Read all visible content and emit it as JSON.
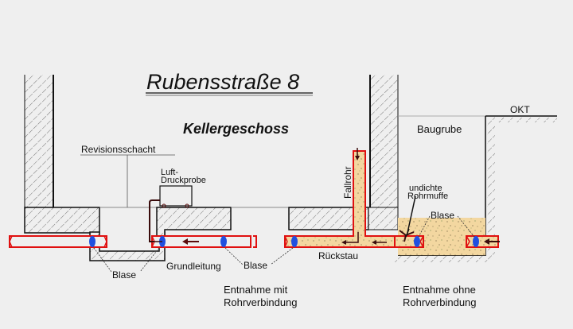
{
  "title": "Rubensstraße 8",
  "subtitle": "Kellergeschoss",
  "labels": {
    "revisionsschacht": "Revisionsschacht",
    "luft_line1": "Luft-",
    "luft_line2": "Druckprobe",
    "fallrohr": "Fallrohr",
    "undichte_line1": "undichte",
    "undichte_line2": "Rohrmuffe",
    "baugrube": "Baugrube",
    "okt": "OKT",
    "blase_left": "Blase",
    "blase_mid": "Blase",
    "blase_right": "Blase",
    "grundleitung": "Grundleitung",
    "rueckstau": "Rückstau",
    "entnahme_mit_line1": "Entnahme mit",
    "entnahme_mit_line2": "Rohrverbindung",
    "entnahme_ohne_line1": "Entnahme ohne",
    "entnahme_ohne_line2": "Rohrverbindung"
  },
  "colors": {
    "background": "#efefef",
    "pipe": "#e01010",
    "bubble": "#1f4fe0",
    "sand": "#f3d7a0",
    "wall": "#111111",
    "hatch": "#555555",
    "arrow": "#5a0c0c"
  }
}
